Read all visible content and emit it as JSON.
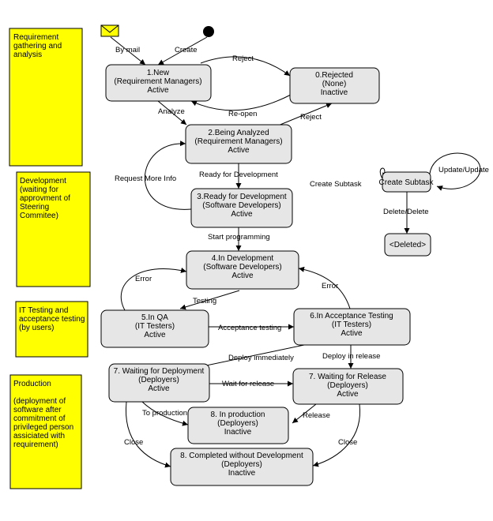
{
  "colors": {
    "note": "#ffff00",
    "state": "#e6e6e6",
    "line": "#000000"
  },
  "notes": [
    {
      "id": "n-req",
      "lines": [
        "Requirement",
        "gathering and",
        "analysis"
      ]
    },
    {
      "id": "n-dev",
      "lines": [
        "Development",
        "(waiting for",
        "approvment of",
        "Steering",
        "Commitee)"
      ]
    },
    {
      "id": "n-test",
      "lines": [
        "IT Testing and",
        "acceptance testing",
        "(by users)"
      ]
    },
    {
      "id": "n-prod",
      "lines": [
        "Production",
        "",
        "(deployment of",
        "software after",
        "commitment of",
        "privileged person",
        "assiciated with",
        "requirement)"
      ]
    }
  ],
  "states": [
    {
      "id": "s1",
      "lines": [
        "1.New",
        "(Requirement Managers)",
        "Active"
      ]
    },
    {
      "id": "s0",
      "lines": [
        "0.Rejected",
        "(None)",
        "Inactive"
      ]
    },
    {
      "id": "s2",
      "lines": [
        "2.Being Analyzed",
        "(Requirement Managers)",
        "Active"
      ]
    },
    {
      "id": "s3",
      "lines": [
        "3.Ready for Development",
        "(Software Developers)",
        "Active"
      ]
    },
    {
      "id": "s4",
      "lines": [
        "4.In Development",
        "(Software Developers)",
        "Active"
      ]
    },
    {
      "id": "s5",
      "lines": [
        "5.In QA",
        "(IT Testers)",
        "Active"
      ]
    },
    {
      "id": "s6",
      "lines": [
        "6.In Acceptance Testing",
        "(IT Testers)",
        "Active"
      ]
    },
    {
      "id": "s7a",
      "lines": [
        "7. Waiting for Deployment",
        "(Deployers)",
        "Active"
      ]
    },
    {
      "id": "s7b",
      "lines": [
        "7. Waiting for Release",
        "(Deployers)",
        "Active"
      ]
    },
    {
      "id": "s8p",
      "lines": [
        "8. In production",
        "(Deployers)",
        "Inactive"
      ]
    },
    {
      "id": "s8c",
      "lines": [
        "8. Completed without Development",
        "(Deployers)",
        "Inactive"
      ]
    },
    {
      "id": "sub",
      "lines": [
        "Create Subtask"
      ]
    },
    {
      "id": "del",
      "lines": [
        "<Deleted>"
      ]
    }
  ],
  "edges": [
    {
      "id": "e-bymail",
      "label": "By mail"
    },
    {
      "id": "e-create",
      "label": "Create"
    },
    {
      "id": "e-reject1",
      "label": "Reject"
    },
    {
      "id": "e-reopen",
      "label": "Re-open"
    },
    {
      "id": "e-analyze",
      "label": "Analyze"
    },
    {
      "id": "e-reject2",
      "label": "Reject"
    },
    {
      "id": "e-moreinfo",
      "label": "Request More Info"
    },
    {
      "id": "e-ready",
      "label": "Ready for Development"
    },
    {
      "id": "e-start",
      "label": "Start programming"
    },
    {
      "id": "e-err1",
      "label": "Error"
    },
    {
      "id": "e-testing",
      "label": "Testing"
    },
    {
      "id": "e-err2",
      "label": "Error"
    },
    {
      "id": "e-acc",
      "label": "Acceptance testing"
    },
    {
      "id": "e-depimm",
      "label": "Deploy immediately"
    },
    {
      "id": "e-deprel",
      "label": "Deploy in release"
    },
    {
      "id": "e-waitrel",
      "label": "Wait for release"
    },
    {
      "id": "e-toprod",
      "label": "To production"
    },
    {
      "id": "e-release",
      "label": "Release"
    },
    {
      "id": "e-close1",
      "label": "Close"
    },
    {
      "id": "e-close2",
      "label": "Close"
    },
    {
      "id": "e-createsub",
      "label": "Create Subtask"
    },
    {
      "id": "e-update",
      "label": "Update/Update"
    },
    {
      "id": "e-delete",
      "label": "Delete/Delete"
    }
  ]
}
